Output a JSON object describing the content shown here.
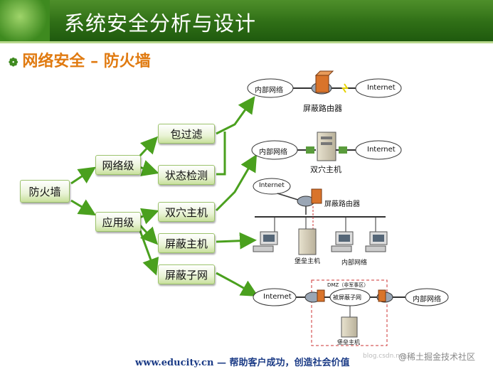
{
  "header": {
    "title": "系统安全分析与设计"
  },
  "subtitle": "网络安全 – 防火墙",
  "tree": {
    "root": "防火墙",
    "level1": [
      "网络级",
      "应用级"
    ],
    "level2": [
      "包过滤",
      "状态检测",
      "双穴主机",
      "屏蔽主机",
      "屏蔽子网"
    ]
  },
  "diagrams": {
    "d1": {
      "left": "内部网络",
      "right": "Internet",
      "device": "屏蔽路由器"
    },
    "d2": {
      "left": "内部网络",
      "right": "Internet",
      "device": "双穴主机"
    },
    "d3": {
      "cloud": "Internet",
      "router": "屏蔽路由器",
      "bastion": "堡垒主机",
      "lan": "内部网络"
    },
    "d4": {
      "left": "Internet",
      "middle": "被屏蔽子网",
      "right": "内部网络",
      "dmz": "DMZ（非军事区）",
      "bastion": "堡垒主机"
    }
  },
  "footer": {
    "slogan": "www.educity.cn — 帮助客户成功，创造社会价值",
    "watermark": "@稀土掘金技术社区",
    "blog": "blog.csdn.net"
  },
  "colors": {
    "header": "#2f6e16",
    "subtitle": "#e07a10",
    "arrow": "#4aa01e",
    "link": "#1b3b86"
  }
}
